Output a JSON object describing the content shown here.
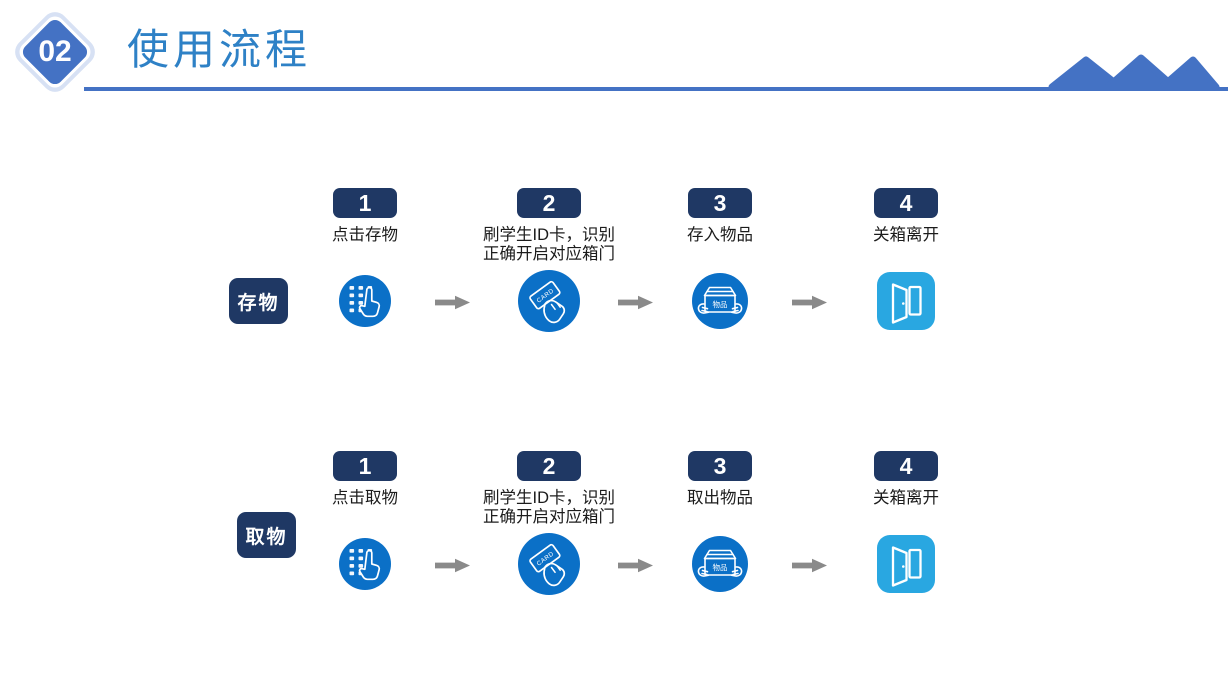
{
  "header": {
    "section_number": "02",
    "title": "使用流程"
  },
  "colors": {
    "accent_blue": "#4472C4",
    "title_blue": "#2E81C6",
    "navy": "#1F3864",
    "icon_circle_blue": "#0B70C7",
    "door_tile_blue": "#29A7E1",
    "arrow_gray": "#8A8A8A",
    "diamond_ring": "#D7E1F4",
    "label_text": "#1C1C1C"
  },
  "icon_texts": {
    "card": "CARD",
    "box": "物品"
  },
  "rows": [
    {
      "side_label": "存物",
      "steps": [
        {
          "number": "1",
          "label": "点击存物",
          "icon": "keypad-touch-icon"
        },
        {
          "number": "2",
          "label": "刷学生ID卡，识别\n正确开启对应箱门",
          "icon": "card-swipe-icon"
        },
        {
          "number": "3",
          "label": "存入物品",
          "icon": "box-items-icon"
        },
        {
          "number": "4",
          "label": "关箱离开",
          "icon": "open-door-icon"
        }
      ]
    },
    {
      "side_label": "取物",
      "steps": [
        {
          "number": "1",
          "label": "点击取物",
          "icon": "keypad-touch-icon"
        },
        {
          "number": "2",
          "label": "刷学生ID卡，识别\n正确开启对应箱门",
          "icon": "card-swipe-icon"
        },
        {
          "number": "3",
          "label": "取出物品",
          "icon": "box-items-icon"
        },
        {
          "number": "4",
          "label": "关箱离开",
          "icon": "open-door-icon"
        }
      ]
    }
  ]
}
